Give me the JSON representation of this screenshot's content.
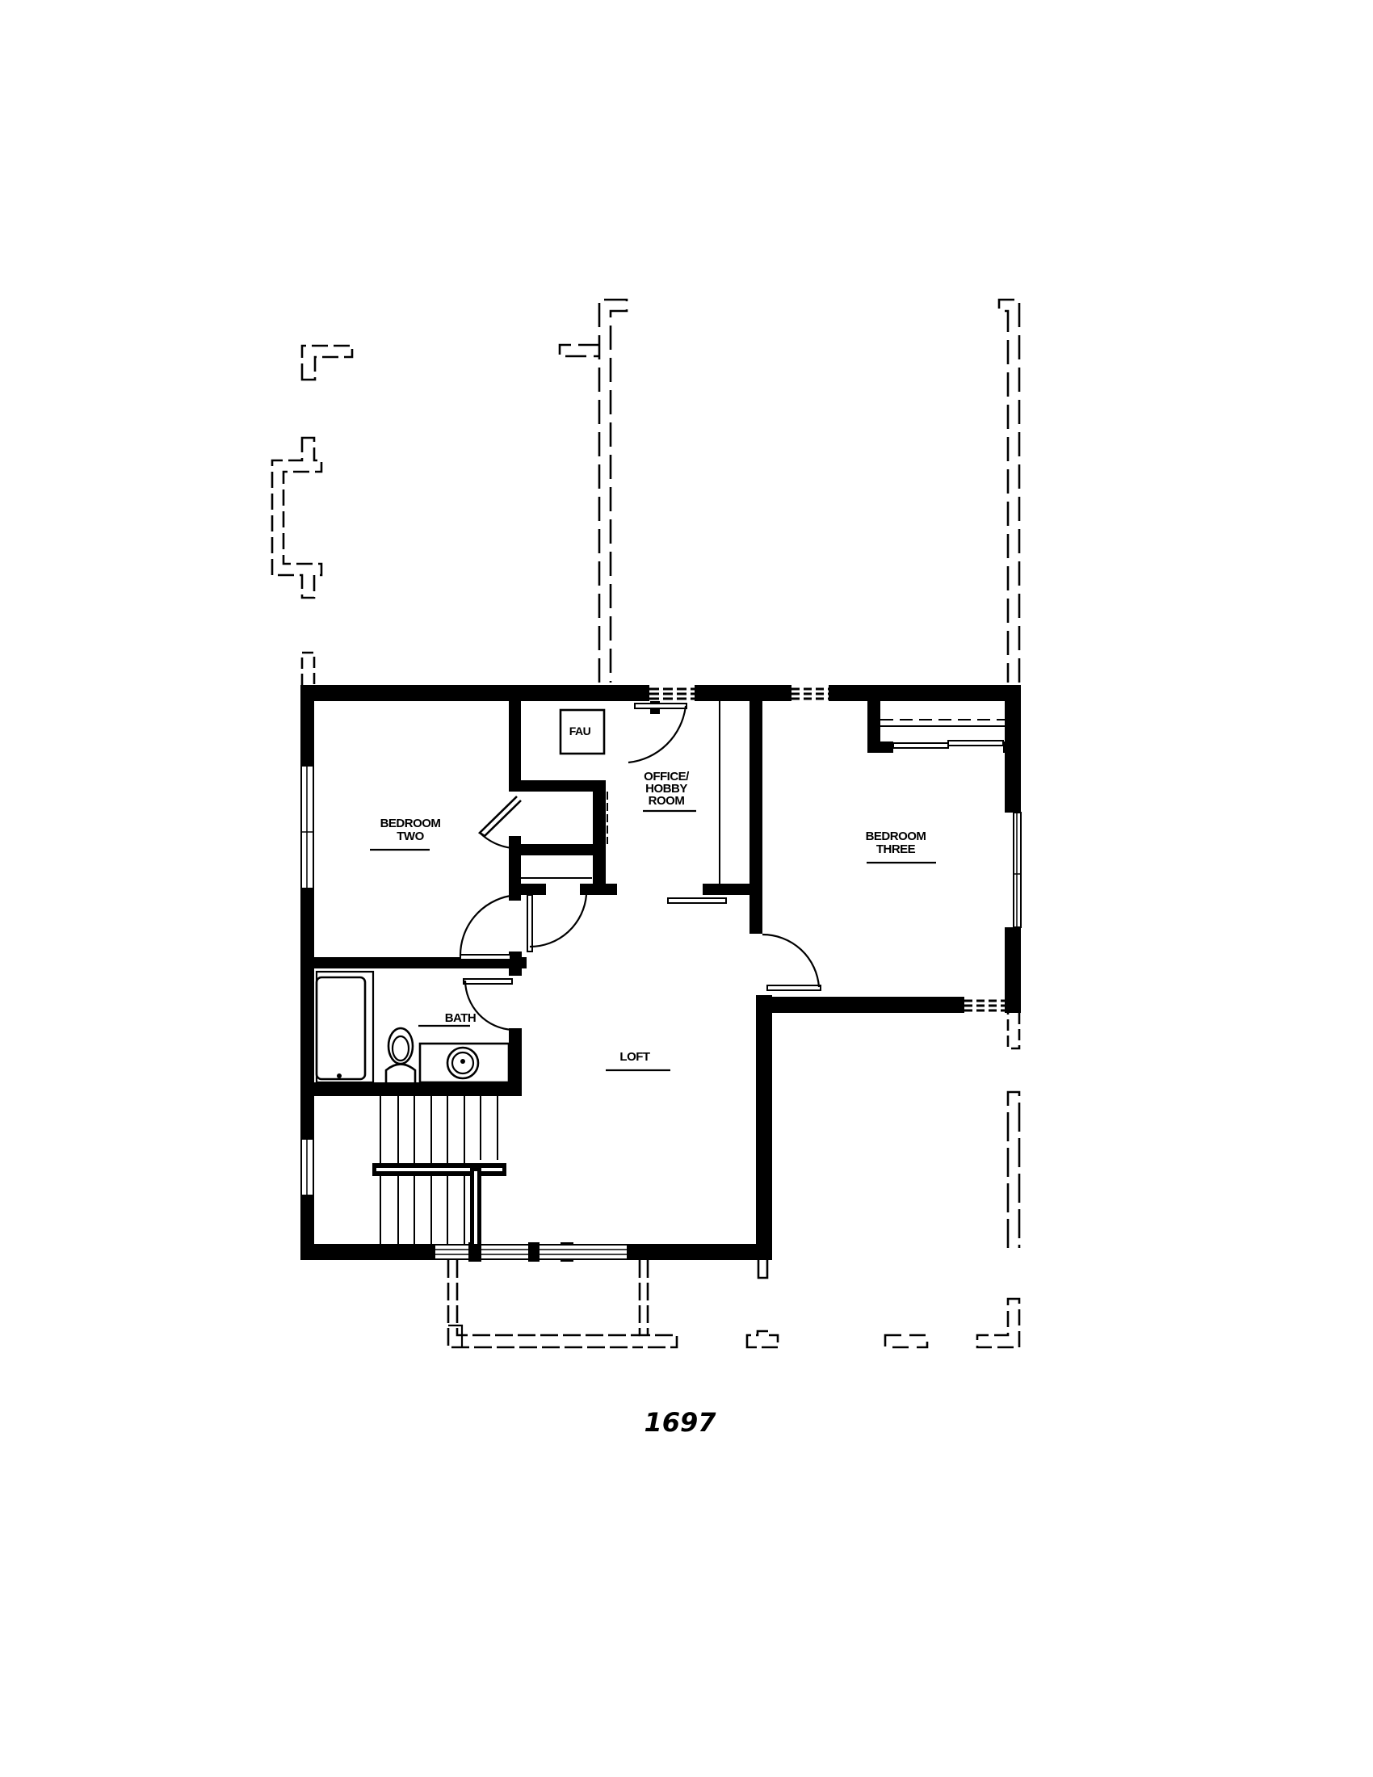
{
  "drawing": {
    "type": "architectural floor plan",
    "level": "upper floor",
    "plan_number": "1697",
    "colors": {
      "ink": "#000000",
      "paper": "#ffffff"
    }
  },
  "rooms": {
    "bedroom_two": {
      "line1": "BEDROOM",
      "line2": "TWO"
    },
    "bedroom_three": {
      "line1": "BEDROOM",
      "line2": "THREE"
    },
    "office": {
      "line1": "OFFICE/",
      "line2": "HOBBY",
      "line3": "ROOM"
    },
    "bath": {
      "line1": "BATH"
    },
    "loft": {
      "line1": "LOFT"
    },
    "fau": {
      "line1": "FAU"
    }
  }
}
